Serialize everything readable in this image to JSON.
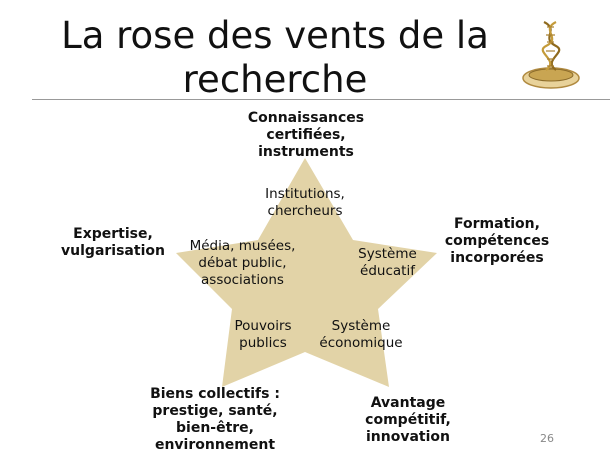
{
  "title": "La rose des vents de la\nrecherche",
  "colors": {
    "star_fill": "#E2D3A7",
    "rule": "#999999"
  },
  "logo_icon": "dna-helix-in-bowl-icon",
  "outer_labels": {
    "top": "Connaissances\ncertifiées,\ninstruments",
    "left": "Expertise,\nvulgarisation",
    "right": "Formation,\ncompétences\nincorporées",
    "bottom_left": "Biens collectifs :\nprestige, santé,\nbien-être,\nenvironnement",
    "bottom_right": "Avantage\ncompétitif,\ninnovation"
  },
  "star_labels": {
    "top": "Institutions,\nchercheurs",
    "left": "Média, musées,\ndébat public,\nassociations",
    "right": "Système\néducatif",
    "bottom_left": "Pouvoirs\npublics",
    "bottom_right": "Système\néconomique"
  },
  "page_number": "26"
}
